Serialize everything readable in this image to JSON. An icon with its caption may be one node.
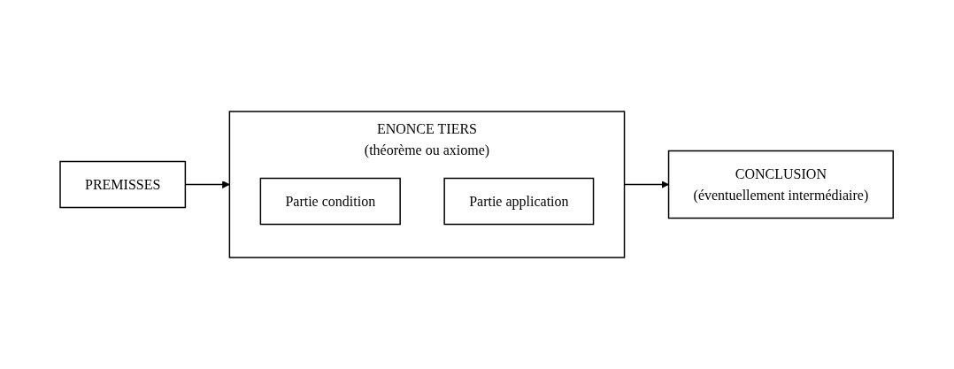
{
  "diagram": {
    "nodes": [
      {
        "text": [
          "ENONCE TIERS",
          "(théorème ou axiome)"
        ]
      },
      {
        "text": [
          "Partie condition"
        ],
        "in": 0
      },
      {
        "text": [
          "Partie application"
        ],
        "in": 0
      },
      {
        "text": [
          "PREMISSES"
        ]
      },
      {
        "text": [
          "CONCLUSION",
          "(éventuellement intermédiaire)"
        ]
      }
    ],
    "edges": [
      {
        "from": 3,
        "to": 0,
        "arrow": "to"
      },
      {
        "from": 0,
        "to": 4,
        "arrow": "to"
      }
    ]
  }
}
